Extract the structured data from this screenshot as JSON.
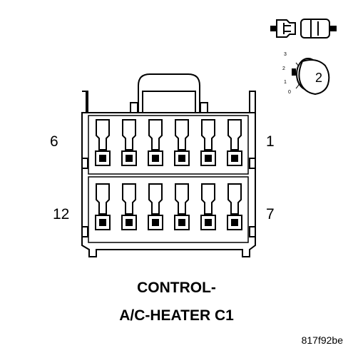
{
  "connector": {
    "title_line1": "CONTROL-",
    "title_line2": "A/C-HEATER C1",
    "cavity_count": 12,
    "rows": [
      {
        "left_label": "6",
        "right_label": "1"
      },
      {
        "left_label": "12",
        "right_label": "7"
      }
    ]
  },
  "key_icon": {
    "scale_marks": [
      "3",
      "2",
      "1",
      "0"
    ],
    "position_number": "2"
  },
  "figure_code": "817f92be"
}
